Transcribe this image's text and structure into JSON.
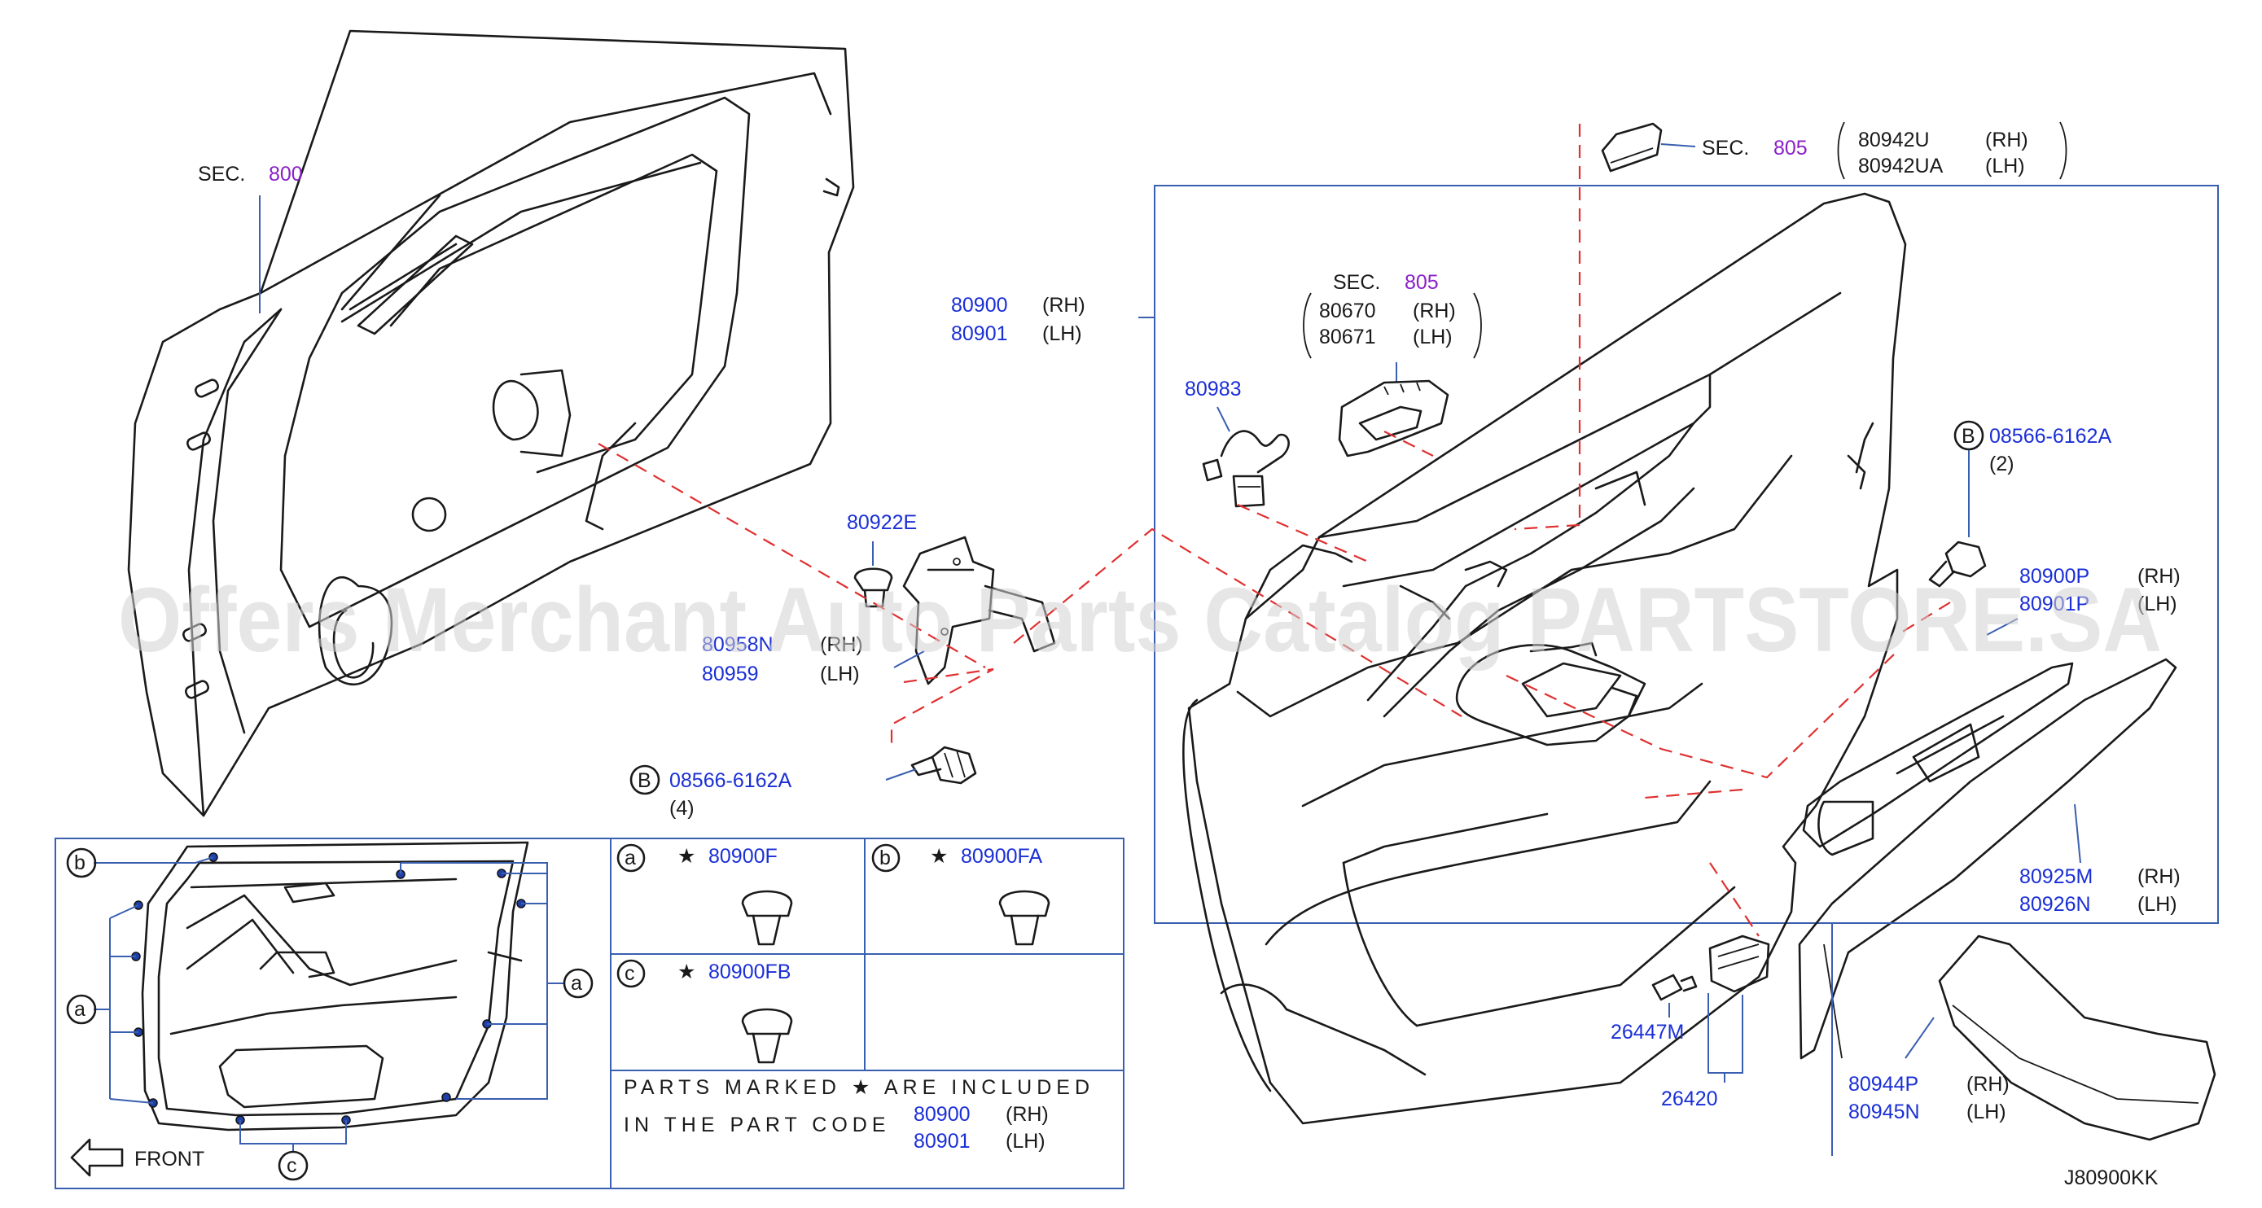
{
  "watermark": "Offers Merchant Auto Parts Catalog PARTSTORE.SA",
  "diagram_code": "J80900KK",
  "callouts": {
    "sec800": {
      "sec": "SEC.",
      "num": "800"
    },
    "sec805_top": {
      "sec": "SEC.",
      "num": "805",
      "rh": "80942U",
      "rh_side": "(RH)",
      "lh": "80942UA",
      "lh_side": "(LH)"
    },
    "sec805_handle": {
      "sec": "SEC.",
      "num": "805",
      "rh": "80670",
      "rh_side": "(RH)",
      "lh": "80671",
      "lh_side": "(LH)"
    },
    "trim": {
      "rh": "80900",
      "rh_side": "(RH)",
      "lh": "80901",
      "lh_side": "(LH)"
    },
    "p80983": "80983",
    "p80922E": "80922E",
    "p80958N": {
      "rh": "80958N",
      "rh_side": "(RH)",
      "lh": "80959",
      "lh_side": "(LH)"
    },
    "screw_bl": {
      "mark": "B",
      "pn": "08566-6162A",
      "qty": "(4)"
    },
    "screw_r": {
      "mark": "B",
      "pn": "08566-6162A",
      "qty": "(2)"
    },
    "p80900P": {
      "rh": "80900P",
      "rh_side": "(RH)",
      "lh": "80901P",
      "lh_side": "(LH)"
    },
    "p80925M": {
      "rh": "80925M",
      "rh_side": "(RH)",
      "lh": "80926N",
      "lh_side": "(LH)"
    },
    "p80944P": {
      "rh": "80944P",
      "rh_side": "(RH)",
      "lh": "80945N",
      "lh_side": "(LH)"
    },
    "p26447M": "26447M",
    "p26420": "26420"
  },
  "inset": {
    "front": "FRONT",
    "marks": {
      "a": "a",
      "b": "b",
      "c": "c"
    },
    "clips": [
      {
        "mark": "a",
        "pn": "80900F"
      },
      {
        "mark": "b",
        "pn": "80900FA"
      },
      {
        "mark": "c",
        "pn": "80900FB"
      }
    ],
    "star": "★",
    "note_line1": "PARTS  MARKED  ★  ARE  INCLUDED",
    "note_line2": "IN  THE  PART  CODE",
    "note_rh": "80900",
    "note_rh_side": "(RH)",
    "note_lh": "80901",
    "note_lh_side": "(LH)"
  }
}
